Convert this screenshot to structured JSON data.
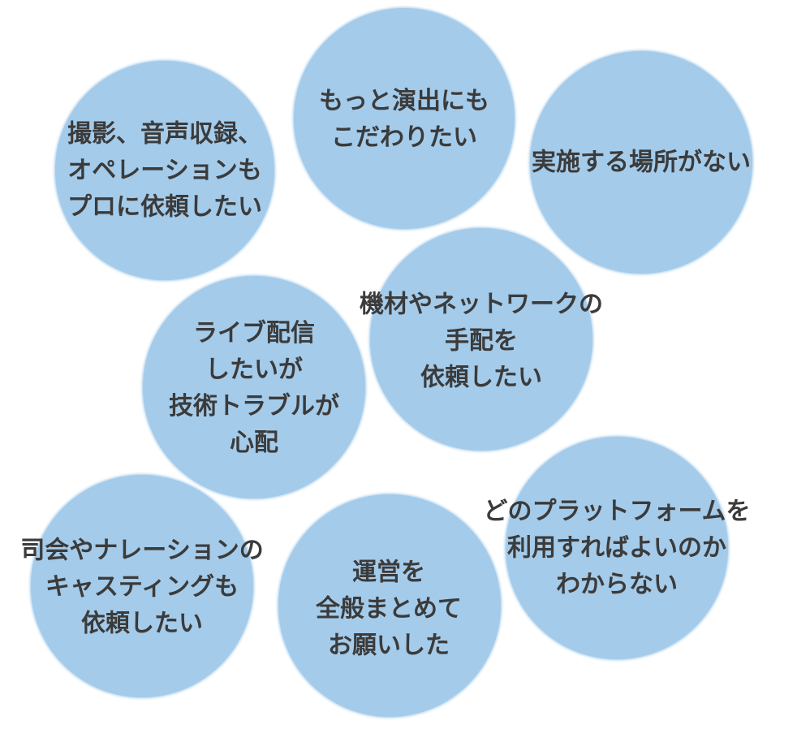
{
  "bubble_color": "#a4cbea",
  "text_color": "#3b3b3b",
  "bubbles": [
    {
      "lines": [
        "撮影、音声収録、",
        "オペレーションも",
        "プロに依頼したい"
      ]
    },
    {
      "lines": [
        "もっと演出にも",
        "こだわりたい"
      ]
    },
    {
      "lines": [
        "実施する場所がない"
      ]
    },
    {
      "lines": [
        "機材やネットワークの",
        "手配を",
        "依頼したい"
      ]
    },
    {
      "lines": [
        "ライブ配信",
        "したいが",
        "技術トラブルが",
        "心配"
      ]
    },
    {
      "lines": [
        "どのプラットフォームを",
        "利用すればよいのか",
        "わからない"
      ]
    },
    {
      "lines": [
        "司会やナレーションの",
        "キャスティングも",
        "依頼したい"
      ]
    },
    {
      "lines": [
        "運営を",
        "全般まとめて",
        "お願いした"
      ]
    }
  ]
}
